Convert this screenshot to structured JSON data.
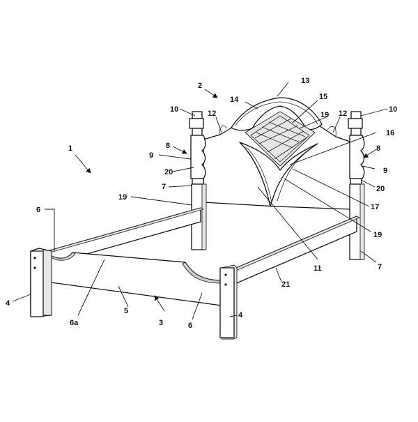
{
  "figure": {
    "labels": [
      {
        "id": "l1",
        "text": "1"
      },
      {
        "id": "l2",
        "text": "2"
      },
      {
        "id": "l3",
        "text": "3"
      },
      {
        "id": "l4a",
        "text": "4"
      },
      {
        "id": "l4b",
        "text": "4"
      },
      {
        "id": "l5",
        "text": "5"
      },
      {
        "id": "l6a",
        "text": "6"
      },
      {
        "id": "l6b",
        "text": "6"
      },
      {
        "id": "l6sub",
        "text": "6a"
      },
      {
        "id": "l7a",
        "text": "7"
      },
      {
        "id": "l7b",
        "text": "7"
      },
      {
        "id": "l8a",
        "text": "8"
      },
      {
        "id": "l8b",
        "text": "8"
      },
      {
        "id": "l9a",
        "text": "9"
      },
      {
        "id": "l9b",
        "text": "9"
      },
      {
        "id": "l10a",
        "text": "10"
      },
      {
        "id": "l10b",
        "text": "10"
      },
      {
        "id": "l11",
        "text": "11"
      },
      {
        "id": "l12a",
        "text": "12"
      },
      {
        "id": "l12b",
        "text": "12"
      },
      {
        "id": "l13",
        "text": "13"
      },
      {
        "id": "l14",
        "text": "14"
      },
      {
        "id": "l15",
        "text": "15"
      },
      {
        "id": "l16",
        "text": "16"
      },
      {
        "id": "l17",
        "text": "17"
      },
      {
        "id": "l19a",
        "text": "19"
      },
      {
        "id": "l19b",
        "text": "19"
      },
      {
        "id": "l19c",
        "text": "19"
      },
      {
        "id": "l20a",
        "text": "20"
      },
      {
        "id": "l20b",
        "text": "20"
      },
      {
        "id": "l21",
        "text": "21"
      }
    ]
  }
}
